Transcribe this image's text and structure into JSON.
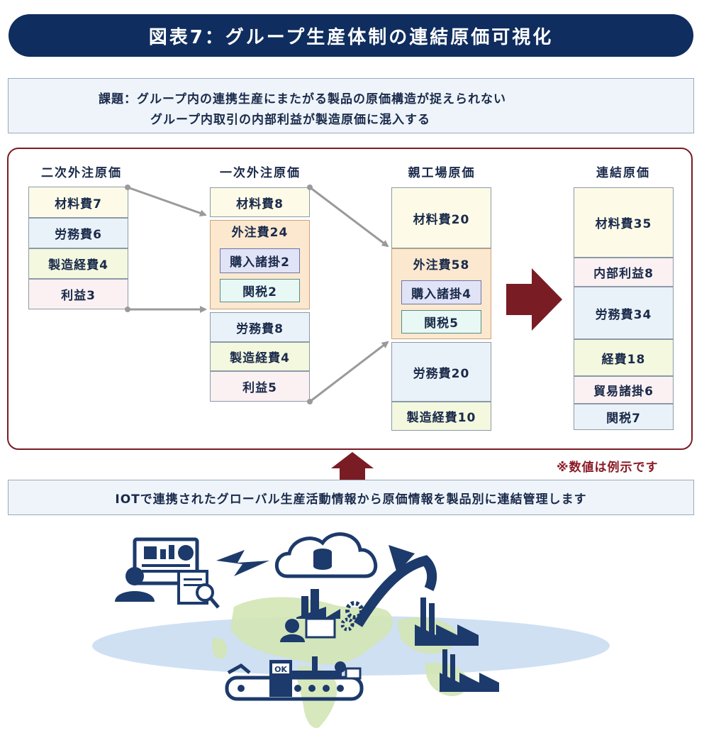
{
  "title": "図表7：グループ生産体制の連結原価可視化",
  "issue": {
    "line1": "課題：グループ内の連携生産にまたがる製品の原価構造が捉えられない",
    "line2": "グループ内取引の内部利益が製造原価に混入する"
  },
  "columns": {
    "secondary": {
      "header": "二次外注原価",
      "items": [
        "材料費7",
        "労務費6",
        "製造経費4",
        "利益3"
      ]
    },
    "primary": {
      "header": "一次外注原価",
      "material": "材料費8",
      "outsourcing": "外注費24",
      "purchase": "購入諸掛2",
      "tariff": "関税2",
      "labor": "労務費8",
      "mfg": "製造経費4",
      "profit": "利益5"
    },
    "parent": {
      "header": "親工場原価",
      "material": "材料費20",
      "outsourcing": "外注費58",
      "purchase": "購入諸掛4",
      "tariff": "関税5",
      "labor": "労務費20",
      "mfg": "製造経費10"
    },
    "consolidated": {
      "header": "連結原価",
      "items": [
        "材料費35",
        "内部利益8",
        "労務費34",
        "経費18",
        "貿易諸掛6",
        "関税7"
      ]
    }
  },
  "note": "※数値は例示です",
  "iot_caption": "IOTで連携されたグローバル生産活動情報から原価情報を製品別に連結管理します",
  "illustration": {
    "ok_label": "OK"
  },
  "colors": {
    "navy": "#0f2d5e",
    "maroon": "#7a1c24",
    "icon": "#1c3a6b"
  }
}
